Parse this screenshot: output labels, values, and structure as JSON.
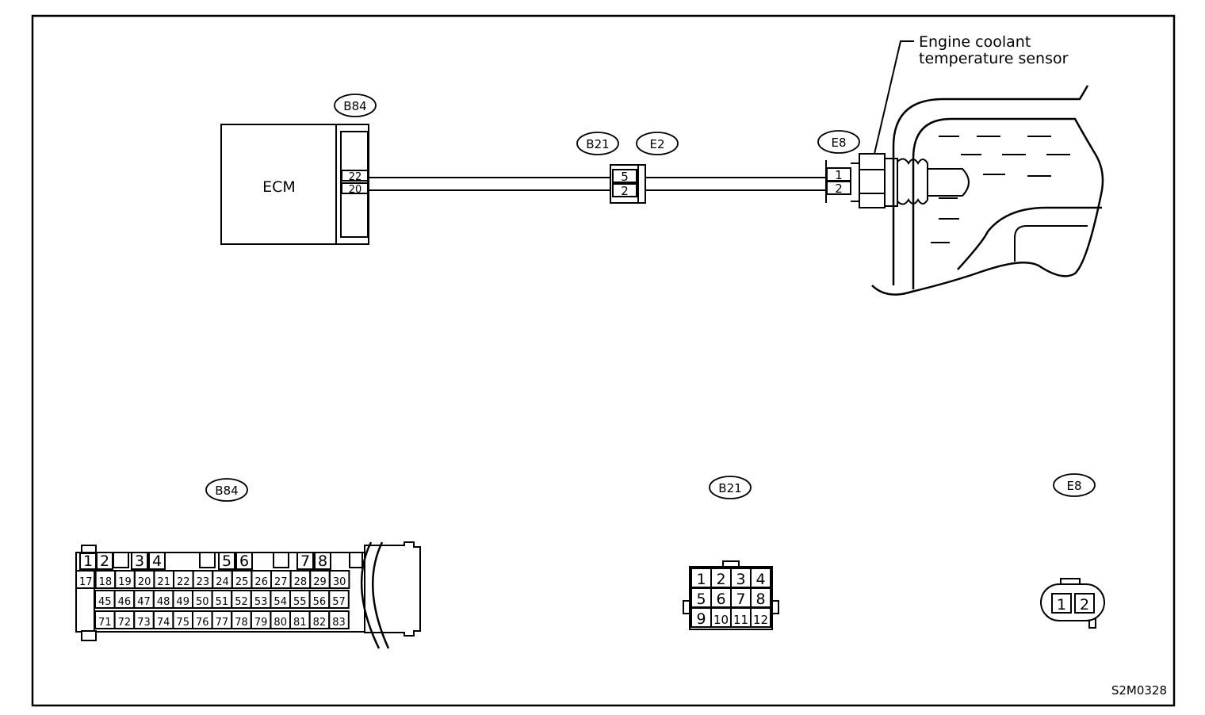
{
  "ecm": {
    "label": "ECM",
    "connector": "B84",
    "pins": [
      "22",
      "20"
    ]
  },
  "joint": {
    "left_connector": "B21",
    "right_connector": "E2",
    "pins": [
      "5",
      "2"
    ]
  },
  "sensor": {
    "connector": "E8",
    "pins": [
      "1",
      "2"
    ],
    "label_line1": "Engine coolant",
    "label_line2": "temperature sensor"
  },
  "connector_views": {
    "b84": {
      "tag": "B84",
      "row1": [
        "1",
        "2",
        "3",
        "4",
        "5",
        "6",
        "7",
        "8"
      ],
      "row2": [
        "17",
        "18",
        "19",
        "20",
        "21",
        "22",
        "23",
        "24",
        "25",
        "26",
        "27",
        "28",
        "29",
        "30"
      ],
      "row3": [
        "45",
        "46",
        "47",
        "48",
        "49",
        "50",
        "51",
        "52",
        "53",
        "54",
        "55",
        "56",
        "57"
      ],
      "row4": [
        "71",
        "72",
        "73",
        "74",
        "75",
        "76",
        "77",
        "78",
        "79",
        "80",
        "81",
        "82",
        "83"
      ]
    },
    "b21": {
      "tag": "B21",
      "rows": [
        [
          "1",
          "2",
          "3",
          "4"
        ],
        [
          "5",
          "6",
          "7",
          "8"
        ],
        [
          "9",
          "10",
          "11",
          "12"
        ]
      ]
    },
    "e8": {
      "tag": "E8",
      "pins": [
        "1",
        "2"
      ]
    }
  },
  "figure_id": "S2M0328"
}
